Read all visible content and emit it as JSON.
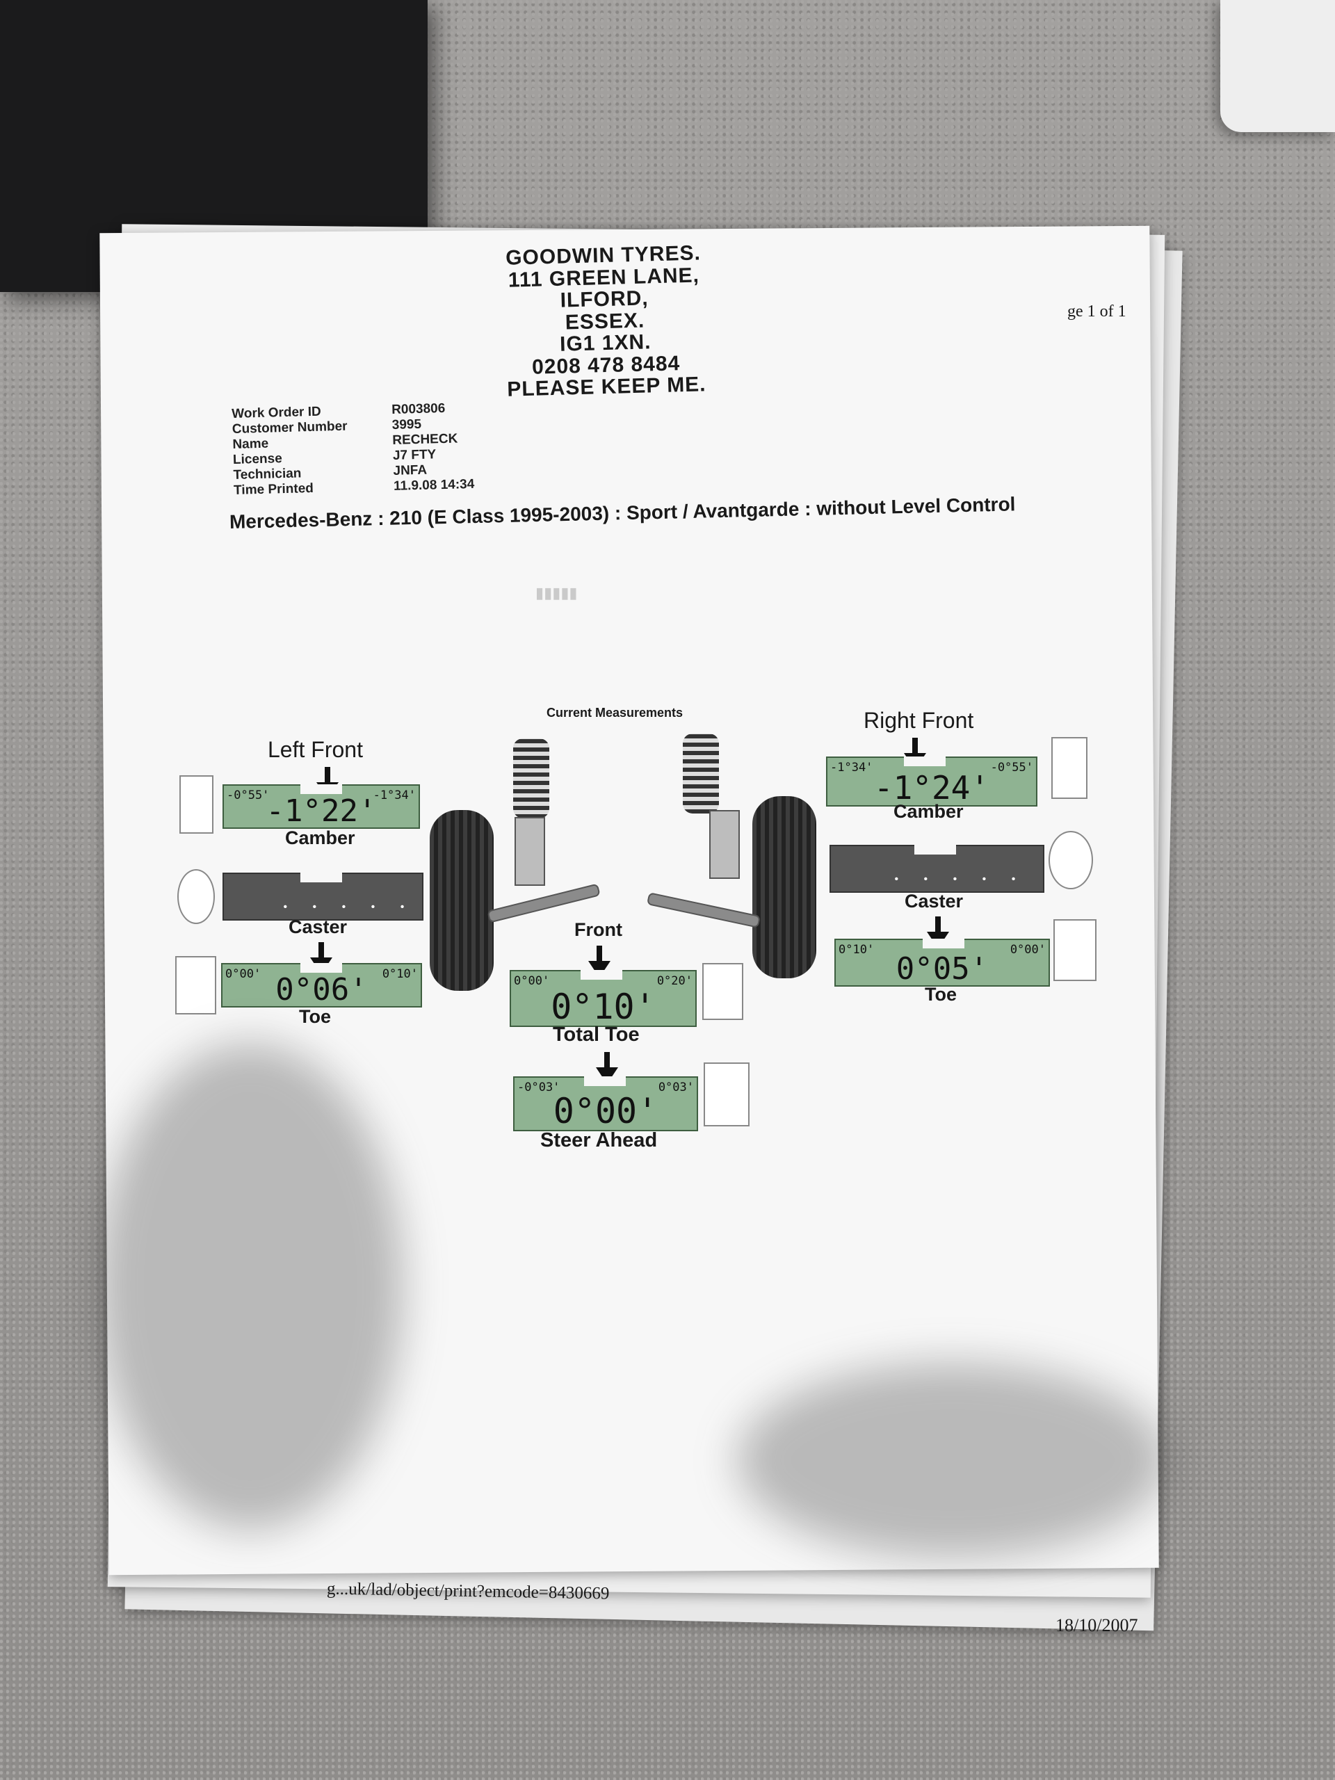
{
  "header": {
    "address_lines": [
      "GOODWIN TYRES.",
      "111 GREEN LANE,",
      "ILFORD,",
      "ESSEX.",
      "IG1 1XN.",
      "0208 478 8484",
      "PLEASE KEEP ME."
    ],
    "page_indicator": "ge 1 of 1"
  },
  "work_order": {
    "fields": [
      {
        "label": "Work Order ID",
        "value": "R003806"
      },
      {
        "label": "Customer Number",
        "value": "3995"
      },
      {
        "label": "Name",
        "value": "RECHECK"
      },
      {
        "label": "License",
        "value": "J7 FTY"
      },
      {
        "label": "Technician",
        "value": "JNFA"
      },
      {
        "label": "Time Printed",
        "value": "11.9.08 14:34"
      }
    ]
  },
  "vehicle": "Mercedes-Benz : 210 (E Class 1995-2003) : Sport / Avantgarde : without Level Control",
  "measurements": {
    "title": "Current Measurements",
    "left_front": {
      "heading": "Left Front",
      "camber": {
        "label": "Camber",
        "min": "-0°55'",
        "max": "-1°34'",
        "value": "-1°22'"
      },
      "caster": {
        "label": "Caster"
      },
      "toe": {
        "label": "Toe",
        "min": "0°00'",
        "max": "0°10'",
        "value": "0°06'"
      }
    },
    "right_front": {
      "heading": "Right Front",
      "camber": {
        "label": "Camber",
        "min": "-1°34'",
        "max": "-0°55'",
        "value": "-1°24'"
      },
      "caster": {
        "label": "Caster"
      },
      "toe": {
        "label": "Toe",
        "min": "0°10'",
        "max": "0°00'",
        "value": "0°05'"
      }
    },
    "front": {
      "heading": "Front",
      "total_toe": {
        "label": "Total Toe",
        "min": "0°00'",
        "max": "0°20'",
        "value": "0°10'"
      },
      "steer_ahead": {
        "label": "Steer Ahead",
        "min": "-0°03'",
        "max": "0°03'",
        "value": "0°00'"
      }
    }
  },
  "footer": {
    "url": "g...uk/lad/object/print?emcode=8430669",
    "date": "18/10/2007"
  },
  "colors": {
    "gauge_green": "#8fb392",
    "carpet": "#9a9896",
    "folder": "#1b1b1c"
  }
}
